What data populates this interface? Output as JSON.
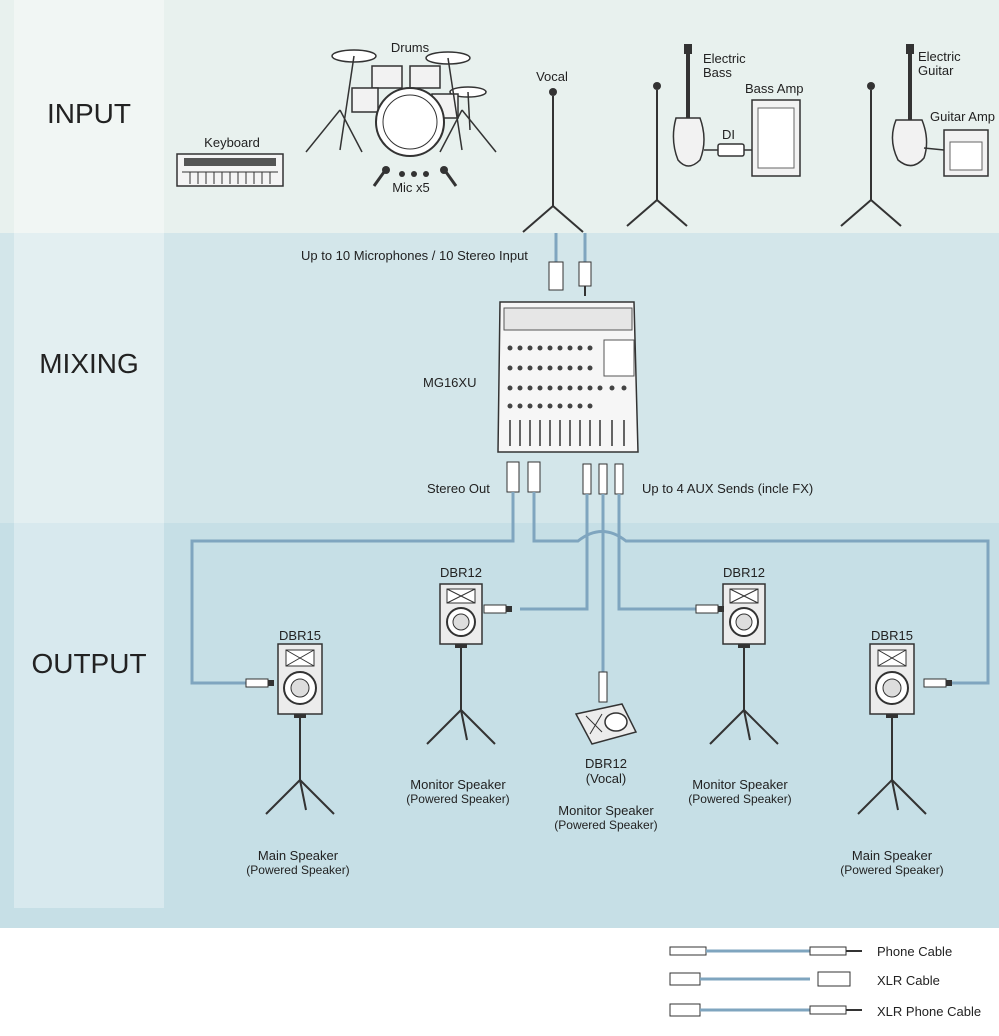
{
  "sections": {
    "input": "INPUT",
    "mixing": "MIXING",
    "output": "OUTPUT"
  },
  "input": {
    "keyboard": "Keyboard",
    "drums": "Drums",
    "mic_x5": "Mic x5",
    "vocal": "Vocal",
    "electric_bass": [
      "Electric",
      "Bass"
    ],
    "di": "DI",
    "bass_amp": "Bass Amp",
    "electric_guitar": [
      "Electric",
      "Guitar"
    ],
    "guitar_amp": "Guitar Amp"
  },
  "mixing": {
    "inputs_caption": "Up to 10 Microphones / 10 Stereo Input",
    "mixer_model": "MG16XU",
    "stereo_out": "Stereo Out",
    "aux_sends": "Up to 4 AUX Sends (incle FX)"
  },
  "output": {
    "main_left": {
      "model": "DBR15",
      "name": "Main Speaker",
      "type": "(Powered Speaker)"
    },
    "monitor_left": {
      "model": "DBR12",
      "name": "Monitor Speaker",
      "type": "(Powered Speaker)"
    },
    "vocal_monitor": {
      "model": "DBR12",
      "model_note": "(Vocal)",
      "name": "Monitor Speaker",
      "type": "(Powered Speaker)"
    },
    "monitor_right": {
      "model": "DBR12",
      "name": "Monitor Speaker",
      "type": "(Powered Speaker)"
    },
    "main_right": {
      "model": "DBR15",
      "name": "Main Speaker",
      "type": "(Powered Speaker)"
    }
  },
  "legend": {
    "phone": "Phone Cable",
    "xlr": "XLR Cable",
    "xlr_phone": "XLR Phone Cable"
  },
  "colors": {
    "input_bg": "#e8f1ee",
    "mixing_bg": "#d3e6ea",
    "output_bg": "#c6dfe6",
    "side_input": "#f1f6f4",
    "side_mixing": "#e3eff1",
    "side_output": "#d8e9ee",
    "cable": "#7fa5bf"
  }
}
